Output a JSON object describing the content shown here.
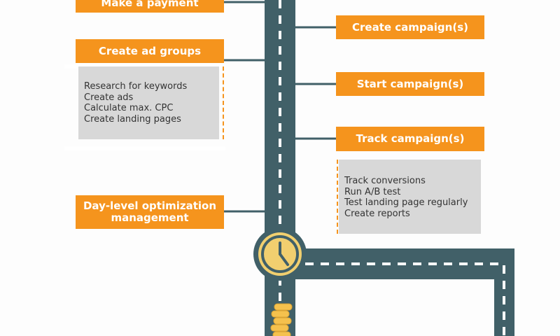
{
  "steps": {
    "make_payment": "Make a payment",
    "create_ad_groups": "Create ad groups",
    "day_level_line1": "Day-level optimization",
    "day_level_line2": "management",
    "create_campaigns": "Create campaign(s)",
    "start_campaign": "Start campaign(s)",
    "track_campaign": "Track campaign(s)"
  },
  "ad_group_tasks": [
    "Research for keywords",
    "Create ads",
    "Calculate max. CPC",
    "Create landing pages"
  ],
  "track_tasks": [
    "Track conversions",
    "Run A/B test",
    "Test landing page regularly",
    "Create reports"
  ],
  "colors": {
    "road": "#416068",
    "label": "#f5941d",
    "detail_bg": "#d8d8d8",
    "clock_face": "#f1cf6f",
    "coins": "#f5c14d"
  },
  "icons": [
    "clock-icon",
    "coin-stack-icon"
  ]
}
